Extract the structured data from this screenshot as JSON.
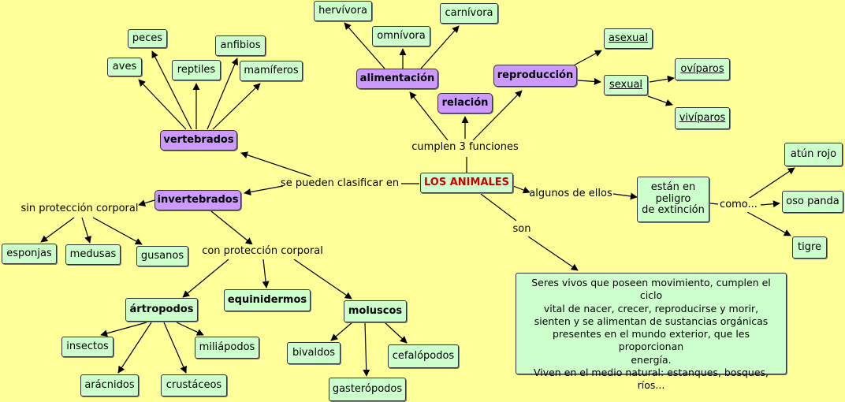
{
  "center": "LOS ANIMALES",
  "links": {
    "pueden_clasificar": "se pueden clasificar en",
    "cumplen": "cumplen 3 funciones",
    "algunos": "algunos de ellos",
    "son": "son",
    "como": "como...",
    "sin_proteccion": "sin protección corporal",
    "con_proteccion": "con protección corporal"
  },
  "concepts": {
    "vertebrados": "vertebrados",
    "invertebrados": "invertebrados",
    "alimentacion": "alimentación",
    "relacion": "relación",
    "reproduccion": "reproducción",
    "peces": "peces",
    "aves": "aves",
    "reptiles": "reptiles",
    "anfibios": "anfibios",
    "mamiferos": "mamíferos",
    "hervivora": "hervívora",
    "omnivora": "omnívora",
    "carnivora": "carnívora",
    "asexual": "asexual",
    "sexual": "sexual",
    "oviparos": "ovíparos",
    "viviparos": "vivíparos",
    "peligro": "están en\npeligro\nde extinción",
    "atun": "atún rojo",
    "oso": "oso panda",
    "tigre": "tigre",
    "esponjas": "esponjas",
    "medusas": "medusas",
    "gusanos": "gusanos",
    "artropodos": "ártropodos",
    "equinidermos": "equinidermos",
    "moluscos": "moluscos",
    "insectos": "insectos",
    "miliapodos": "miliápodos",
    "aracnidos": "arácnidos",
    "crustaceos": "crustáceos",
    "bivaldos": "bivaldos",
    "cefalopodos": "cefalópodos",
    "gasteropodos": "gasterópodos",
    "descripcion": "Seres vivos que poseen movimiento, cumplen el ciclo\nvital de nacer, crecer, reproducirse y morir,\nsienten y se alimentan de sustancias orgánicas\npresentes en el mundo exterior, que les proporcionan\nenergía.\nViven en el medio natural: estanques, bosques,\nríos..."
  }
}
